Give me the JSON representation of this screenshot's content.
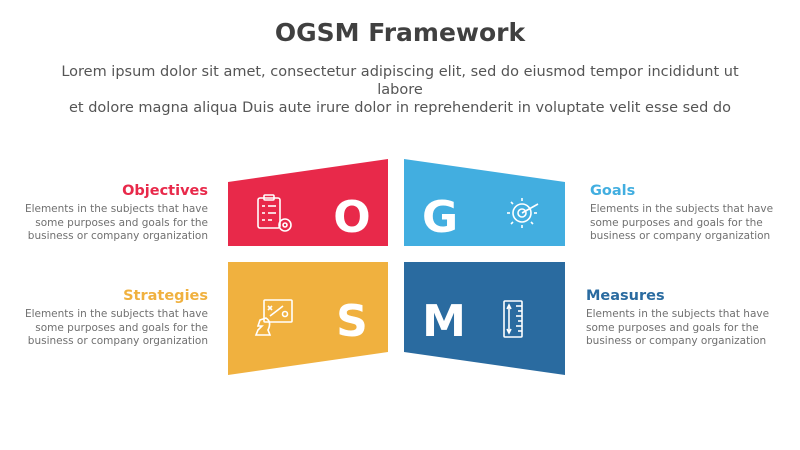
{
  "title": "OGSM Framework",
  "subtitle_line1": "Lorem ipsum dolor sit amet, consectetur adipiscing elit, sed do eiusmod tempor incididunt ut labore",
  "subtitle_line2": "et dolore magna aliqua Duis aute irure dolor in reprehenderit in voluptate velit esse sed do",
  "items": [
    {
      "key": "objectives",
      "heading": "Objectives",
      "letter": "O",
      "color": "#e8294a",
      "icon": "clipboard-target-icon",
      "desc_lines": [
        "Elements in the subjects that have",
        "some purposes and goals for the",
        "business or company organization"
      ]
    },
    {
      "key": "goals",
      "heading": "Goals",
      "letter": "G",
      "color": "#42aee0",
      "icon": "target-arrow-icon",
      "desc_lines": [
        "Elements in the subjects that have",
        "some purposes and goals for the",
        "business or company organization"
      ]
    },
    {
      "key": "strategies",
      "heading": "Strategies",
      "letter": "S",
      "color": "#f0b13f",
      "icon": "chess-strategy-board-icon",
      "desc_lines": [
        "Elements in the subjects that have",
        "some purposes and goals for the",
        "business or company organization"
      ]
    },
    {
      "key": "measures",
      "heading": "Measures",
      "letter": "M",
      "color": "#2a6ba0",
      "icon": "ruler-measure-icon",
      "desc_lines": [
        "Elements in the subjects that have",
        "some purposes and goals for the",
        "business or company organization"
      ]
    }
  ]
}
